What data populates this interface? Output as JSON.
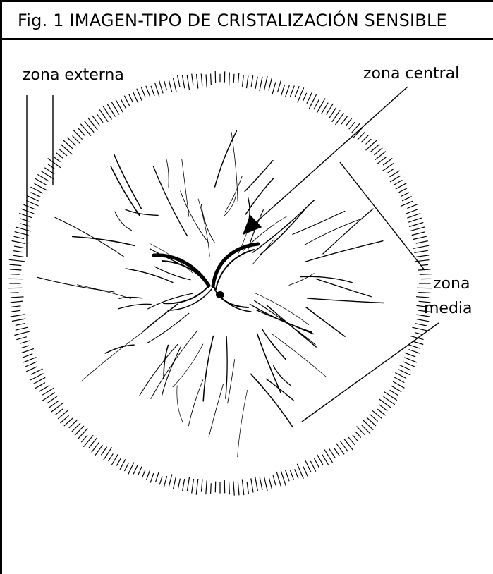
{
  "figure": {
    "title": "Fig. 1 IMAGEN-TIPO DE CRISTALIZACIÓN SENSIBLE"
  },
  "labels": {
    "externa": "zona externa",
    "central": "zona central",
    "media_line1": "zona",
    "media_line2": "media"
  }
}
